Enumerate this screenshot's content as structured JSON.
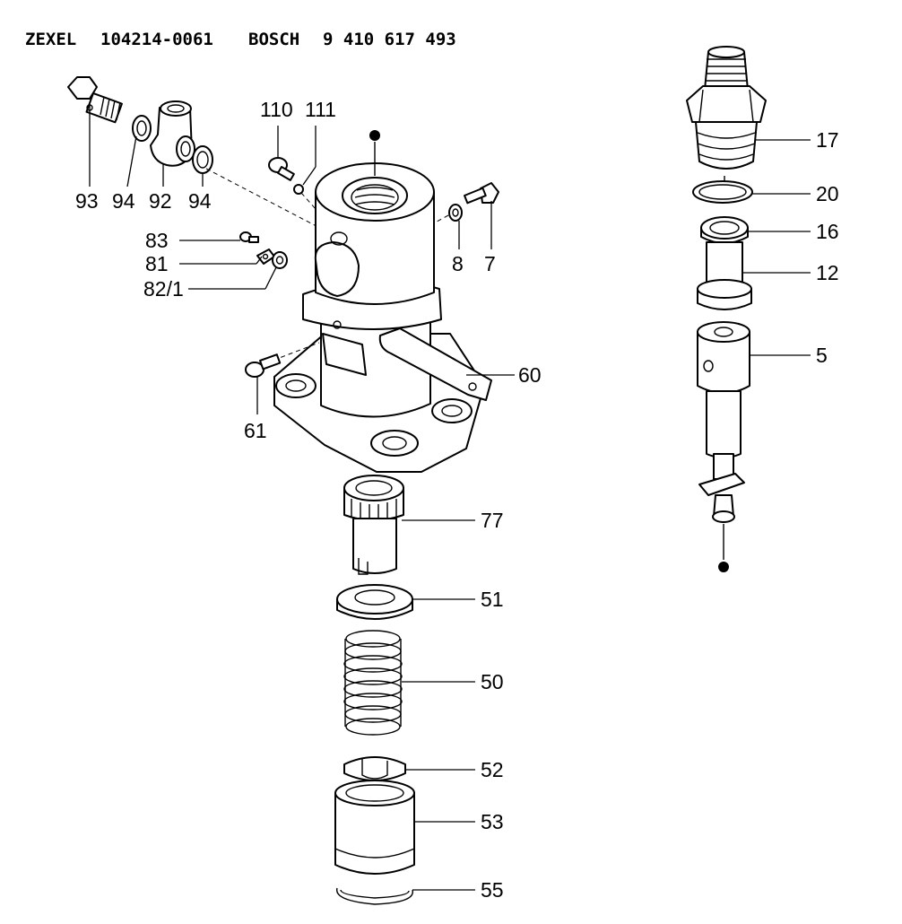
{
  "header": {
    "maker": "ZEXEL",
    "zexel_number": "104214-0061",
    "brand": "BOSCH",
    "bosch_number": "9 410 617 493"
  },
  "callouts": {
    "p93": "93",
    "p94a": "94",
    "p92": "92",
    "p94b": "94",
    "p110": "110",
    "p111": "111",
    "p83": "83",
    "p81": "81",
    "p82_1": "82/1",
    "p8": "8",
    "p7": "7",
    "p60": "60",
    "p61": "61",
    "p77": "77",
    "p51": "51",
    "p50": "50",
    "p52": "52",
    "p53": "53",
    "p55": "55",
    "p17": "17",
    "p20": "20",
    "p16": "16",
    "p12": "12",
    "p5": "5"
  }
}
